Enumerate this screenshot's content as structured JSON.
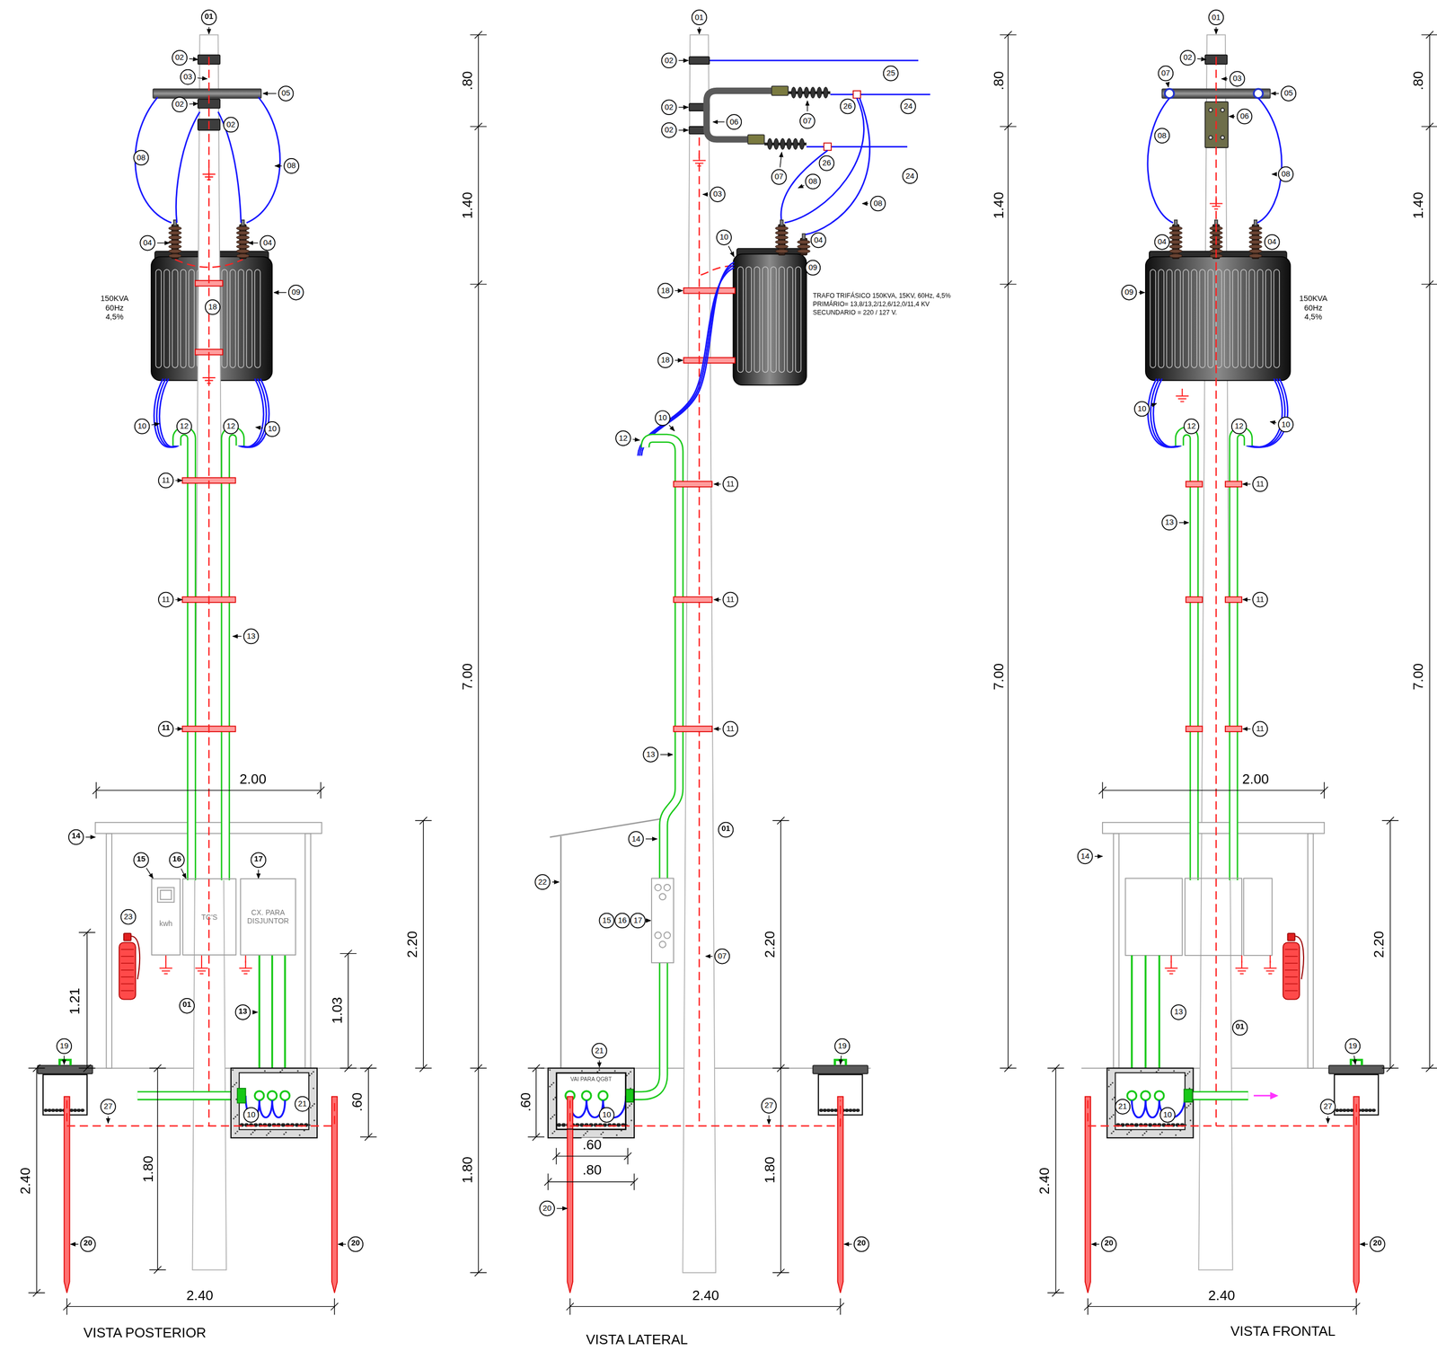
{
  "diagram": {
    "nodes": [
      {
        "text": [
          "kwh"
        ]
      },
      {
        "text": [
          "TC'S"
        ]
      },
      {
        "text": [
          "CX. PARA DISJUNTOR"
        ]
      },
      {
        "text": [
          "VAI PARA QGBT"
        ]
      }
    ],
    "labels": [
      "01",
      "02",
      "03",
      "05",
      "02",
      "02",
      "08",
      "08",
      "04",
      "04",
      "150KVA 60Hz 4,5%",
      "09",
      "18",
      "10",
      "12",
      "12",
      "10",
      "11",
      "11",
      "13",
      "11",
      "2.00",
      "14",
      "15",
      "16",
      "17",
      "23",
      "1.21",
      "01",
      "13",
      "1.03",
      "19",
      "27",
      "10",
      "21",
      ".60",
      "1.80",
      "2.40",
      "20",
      "20",
      "2.40",
      "VISTA POSTERIOR",
      ".80",
      "1.40",
      "7.00",
      "2.20",
      "1.80",
      "01",
      "02",
      "25",
      "26",
      "24",
      "02",
      "07",
      "06",
      "02",
      "26",
      "24",
      "07",
      "08",
      "03",
      "08",
      "10",
      "04",
      "09",
      "18",
      "TRAFO TRIFÁSICO 150KVA, 15KV, 60Hz, 4,5% PRIMÁRIO= 13,8/13,2/12,6/12,0/11,4 KV SECUNDARIO = 220 / 127 V.",
      "18",
      "10",
      "12",
      "11",
      "11",
      "11",
      "13",
      "01",
      "14",
      "22",
      "15",
      "16",
      "17",
      "07",
      "21",
      "10",
      ".60",
      "27",
      ".60",
      ".80",
      "20",
      "19",
      "2.20",
      "1.80",
      "20",
      "2.40",
      "VISTA LATERAL",
      ".80",
      "1.40",
      "7.00",
      "01",
      "02",
      "07",
      "03",
      "05",
      "06",
      "08",
      "08",
      "04",
      "04",
      "09",
      "150KVA 60Hz 4,5%",
      "10",
      "12",
      "12",
      "10",
      "11",
      "13",
      "11",
      "11",
      "2.00",
      "14",
      "13",
      "01",
      "19",
      "21",
      "10",
      "27",
      "2.40",
      "20",
      "20",
      "2.40",
      "VISTA FRONTAL",
      ".80",
      "1.40",
      "7.00",
      "2.20"
    ]
  }
}
